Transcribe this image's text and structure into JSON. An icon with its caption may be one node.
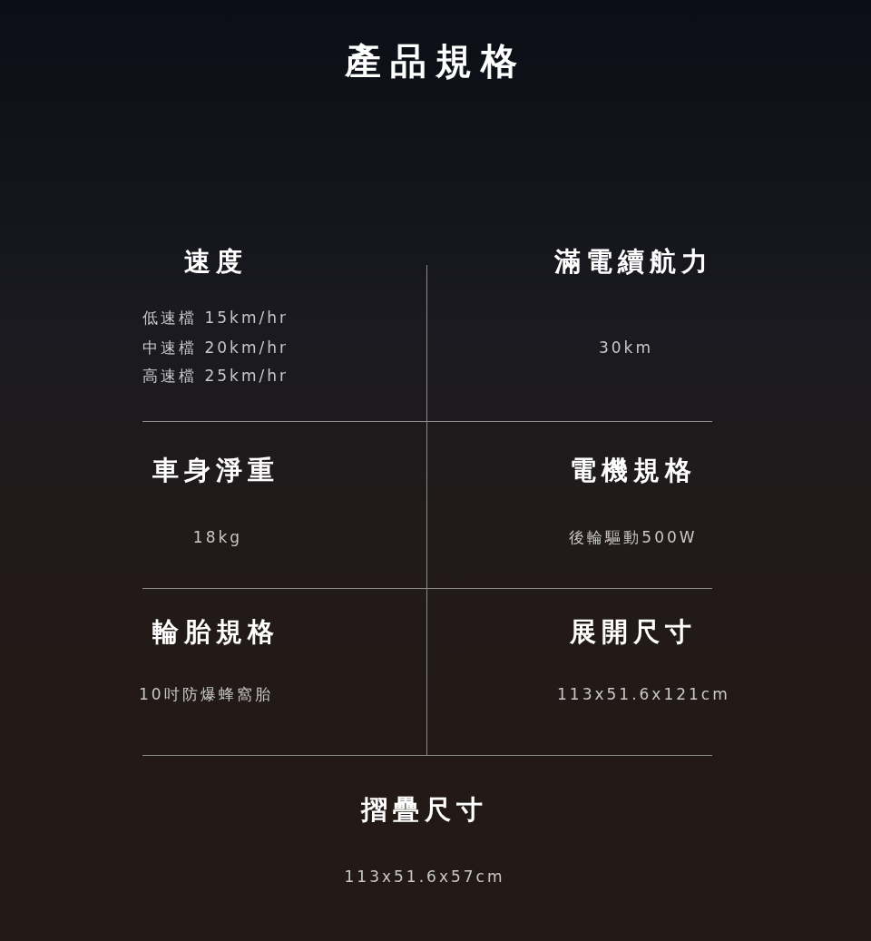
{
  "diagram": {
    "title": "產品規格",
    "labels": [
      "速度",
      "滿電續航力",
      "低速檔 15km/hr",
      "中速檔 20km/hr",
      "高速檔 25km/hr",
      "30km",
      "車身淨重",
      "電機規格",
      "18kg",
      "後輪驅動500W",
      "輪胎規格",
      "展開尺寸",
      "10吋防爆蜂窩胎",
      "113x51.6x121cm",
      "摺疊尺寸",
      "113x51.6x57cm"
    ]
  }
}
